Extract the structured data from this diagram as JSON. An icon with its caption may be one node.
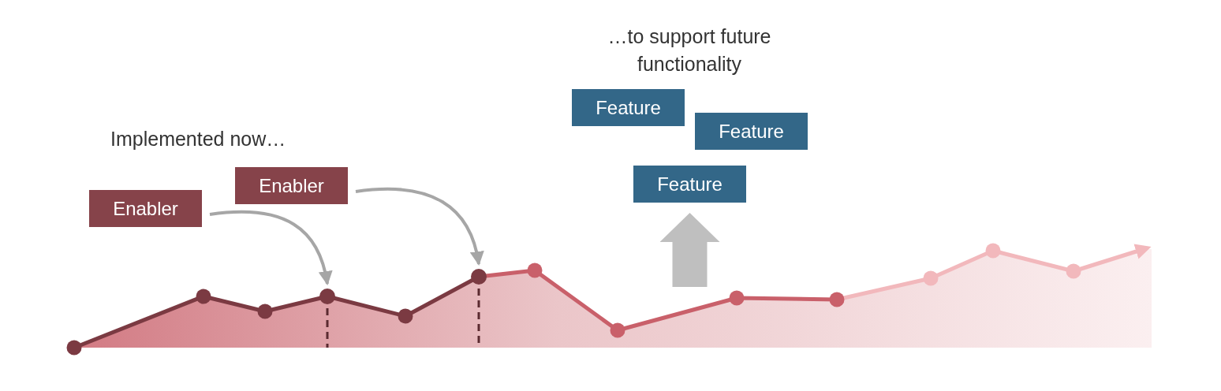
{
  "diagram": {
    "nodes": [
      {
        "text": [
          "Enabler"
        ]
      },
      {
        "text": [
          "Enabler"
        ]
      },
      {
        "text": [
          "Feature"
        ]
      },
      {
        "text": [
          "Feature"
        ]
      },
      {
        "text": [
          "Feature"
        ]
      },
      {
        "text": [],
        "shape": "circle"
      },
      {
        "text": [],
        "shape": "circle"
      }
    ],
    "edges": [
      {
        "from": 0,
        "to": 5,
        "arrow": "to"
      },
      {
        "from": 1,
        "to": 6,
        "arrow": "to"
      },
      {
        "from": null,
        "to": 4,
        "arrow": "to",
        "style": "thick"
      }
    ],
    "labels": [
      "…to support future functionality",
      "Implemented now…"
    ]
  }
}
